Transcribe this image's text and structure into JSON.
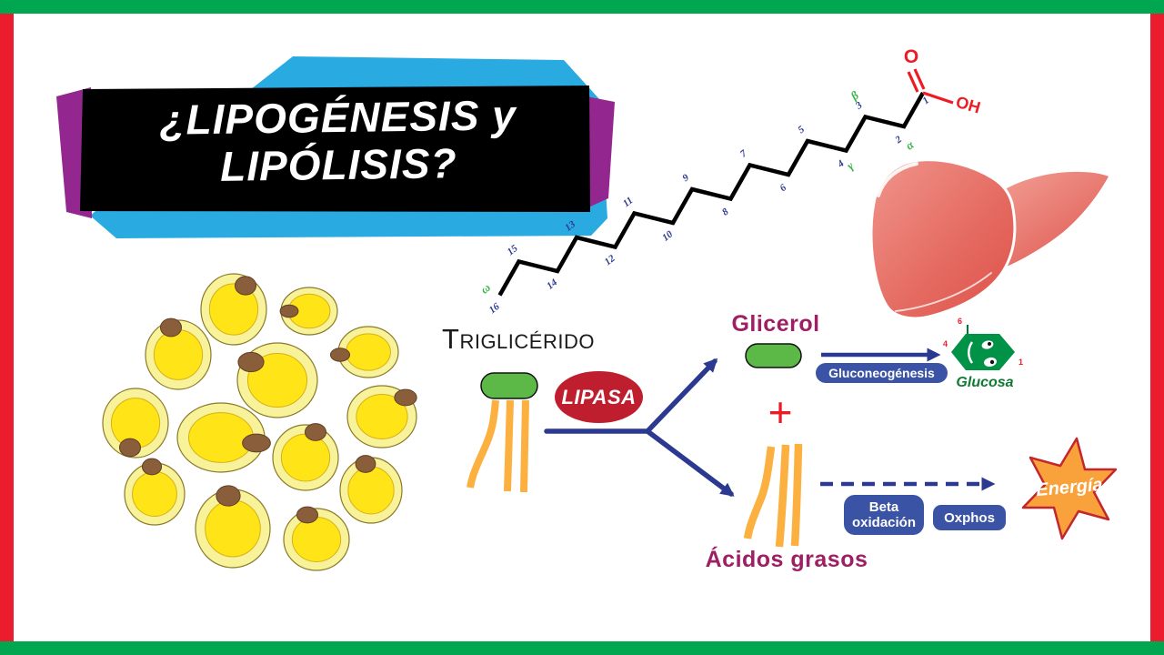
{
  "frame": {
    "top_bottom_color": "#00A650",
    "left_right_color": "#EB1C2D"
  },
  "title": {
    "line1": "¿LIPOGÉNESIS y",
    "line2": "LIPÓLISIS?",
    "text_color": "#FFFFFF",
    "panel_color": "#000000",
    "accent_blue": "#29ABE2",
    "accent_purple": "#93278F"
  },
  "fatty_acid": {
    "carbon_numbers": [
      "1",
      "2",
      "3",
      "4",
      "5",
      "6",
      "7",
      "8",
      "9",
      "10",
      "11",
      "12",
      "13",
      "14",
      "15",
      "16"
    ],
    "greek_labels": [
      {
        "text": "α",
        "carbon": 2
      },
      {
        "text": "β",
        "carbon": 3
      },
      {
        "text": "γ",
        "carbon": 4
      },
      {
        "text": "ω",
        "carbon": 16
      }
    ],
    "oxygen_label": "O",
    "hydroxyl_label": "OH",
    "number_color": "#2B3990",
    "greek_color": "#3AB54A",
    "carboxyl_color": "#ED1C24",
    "chain_color": "#000000"
  },
  "molecules": {
    "triglyceride": {
      "initial": "T",
      "rest": "riglicérido"
    },
    "lipase": {
      "label": "LIPASA",
      "bg_color": "#BE1E2D",
      "text_color": "#FFFFFF"
    },
    "glycerol": {
      "label": "Glicerol",
      "label_color": "#9E1F63",
      "pill_color": "#5CB947"
    },
    "glucose": {
      "label": "Glucosa",
      "label_color": "#107A33",
      "hex_color": "#009247",
      "position_top": "6",
      "position_left": "4",
      "position_right": "1",
      "position_color": "#ED1C24"
    },
    "fatty_acids_label": "Ácidos grasos",
    "fatty_acids_color": "#9E1F63",
    "plus_sign": "+",
    "plus_color": "#ED1C24"
  },
  "process": {
    "gluconeogenesis": {
      "label": "Gluconeogénesis",
      "bg_color": "#3A53A4",
      "text_color": "#FFFFFF"
    },
    "beta_oxidation": {
      "line1": "Beta",
      "line2": "oxidación",
      "bg_color": "#3A53A4"
    },
    "oxphos": {
      "label": "Oxphos",
      "bg_color": "#3A53A4"
    },
    "energy": {
      "label": "Energía",
      "star_color": "#F9A13B",
      "star_border": "#C1272D",
      "text_color": "#FFFFFF"
    }
  },
  "arrow_color": "#2B3990",
  "illustration": {
    "adipocytes": {
      "outer_color": "#F8F29B",
      "inner_color": "#FFE417",
      "nucleus_color": "#8B5E3B",
      "outline_color": "#8A7A28",
      "cells": [
        [
          257,
          340,
          36,
          39,
          270,
          314
        ],
        [
          340,
          342,
          31,
          26,
          318,
          342
        ],
        [
          196,
          390,
          36,
          38,
          188,
          360
        ],
        [
          405,
          387,
          33,
          28,
          374,
          390
        ],
        [
          305,
          418,
          44,
          41,
          276,
          398
        ],
        [
          149,
          465,
          36,
          38,
          143,
          492
        ],
        [
          243,
          481,
          48,
          38,
          282,
          487
        ],
        [
          420,
          458,
          38,
          34,
          446,
          437
        ],
        [
          336,
          503,
          36,
          36,
          347,
          475
        ],
        [
          170,
          543,
          33,
          34,
          167,
          513
        ],
        [
          408,
          539,
          34,
          36,
          402,
          510
        ],
        [
          256,
          581,
          41,
          43,
          251,
          545
        ],
        [
          348,
          593,
          36,
          34,
          338,
          566
        ]
      ]
    },
    "liver": {
      "fill_light": "#F0958C",
      "fill_dark": "#DF5149"
    },
    "tails_color": "#FBB040"
  }
}
